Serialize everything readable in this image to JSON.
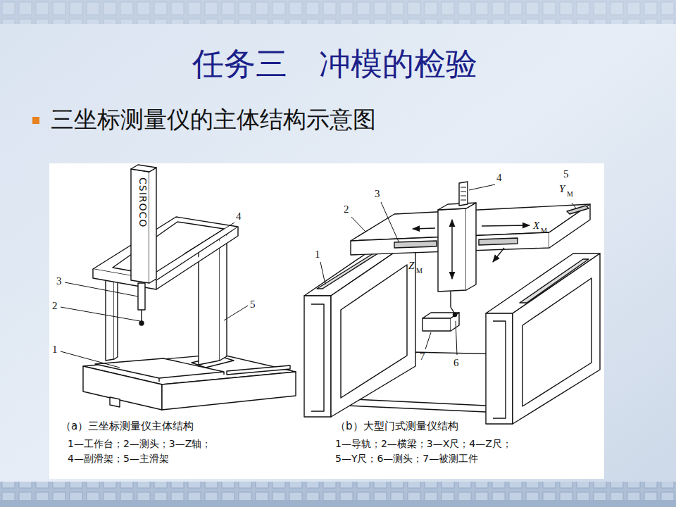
{
  "diagram": {
    "title": "任务三　冲模的检验",
    "labels": [
      "三坐标测量仪的主体结构示意图",
      "CSIROCO",
      "4",
      "3",
      "2",
      "5",
      "1",
      "（a）三坐标测量仪主体结构",
      "1—工作台；2—测头；3—Z轴； 4—副滑架；5—主滑架",
      "4",
      "5",
      "Y",
      "M",
      "3",
      "2",
      "X",
      "M",
      "1",
      "Z",
      "M",
      "7",
      "6",
      "（b）大型门式测量仪结构",
      "1—导轨；2—横梁；3—X尺；4—Z尺； 5—Y尺；6—测头；7—被测工件"
    ]
  }
}
